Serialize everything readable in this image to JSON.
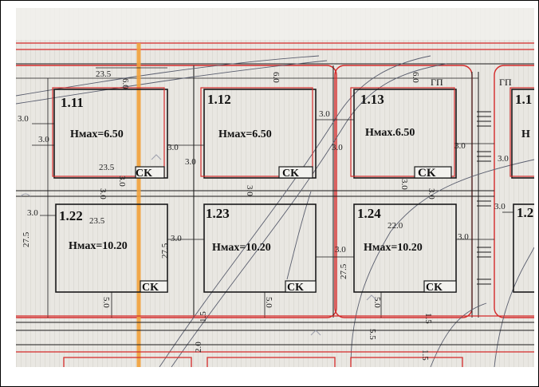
{
  "colors": {
    "paper": "#e9e7e2",
    "plot_line": "#d42a2a",
    "ink": "#1a1a1a",
    "highlight": "#f2a23a",
    "dim": "#444444",
    "pencil": "#8b8fa0"
  },
  "lots": [
    {
      "id": "1.11",
      "height": "Hмах=6.50",
      "tag": "CK"
    },
    {
      "id": "1.12",
      "height": "Hмах=6.50",
      "tag": "CK"
    },
    {
      "id": "1.13",
      "height": "Hмах.6.50",
      "tag": "CK"
    },
    {
      "id": "1.1",
      "height": "H",
      "tag": ""
    },
    {
      "id": "1.22",
      "height": "Hмах=10.20",
      "tag": "CK"
    },
    {
      "id": "1.23",
      "height": "Hмах=10.20",
      "tag": "CK"
    },
    {
      "id": "1.24",
      "height": "Hмах=10.20",
      "tag": "CK"
    },
    {
      "id": "1.2",
      "height": "",
      "tag": ""
    }
  ],
  "zone_labels": [
    "ГП",
    "ГП"
  ],
  "dimensions": {
    "d_23_5_top": "23.5",
    "d_6_0_a": "6.0",
    "d_6_0_b": "6.0",
    "d_6_0_c": "6.0",
    "d_3_0_a": "3.0",
    "d_3_0_b": "3.0",
    "d_3_0_c": "3.0",
    "d_3_0_d": "3.0",
    "d_3_0_e": "3.0",
    "d_3_0_f": "3.0",
    "d_3_0_g": "3.0",
    "d_3_0_h": "3.0",
    "d_23_5_mid": "23.5",
    "d_3_0_i": "3.0",
    "d_3_0_j": "3.0",
    "d_3_0_k": "3.0",
    "d_3_0_l": "3.0",
    "d_3_0_m": "3.0",
    "d_23_5_low": "23.5",
    "d_27_5_left": "27.5",
    "d_27_5_mid": "27.5",
    "d_3_0_n": "3.0",
    "d_3_0_o": "3.0",
    "d_3_0_p": "3.0",
    "d_3_0_q": "3.0",
    "d_22_0": "22.0",
    "d_27_5_right": "27.5",
    "d_5_0_a": "5.0",
    "d_5_0_b": "5.0",
    "d_5_0_c": "5.0",
    "d_1_5_a": "1.5",
    "d_1_5_b": "1.5",
    "d_2_0": "2.0",
    "d_5_5": "5.5",
    "d_1_5_c": "1.5",
    "d_3_0_r": "3.0"
  }
}
